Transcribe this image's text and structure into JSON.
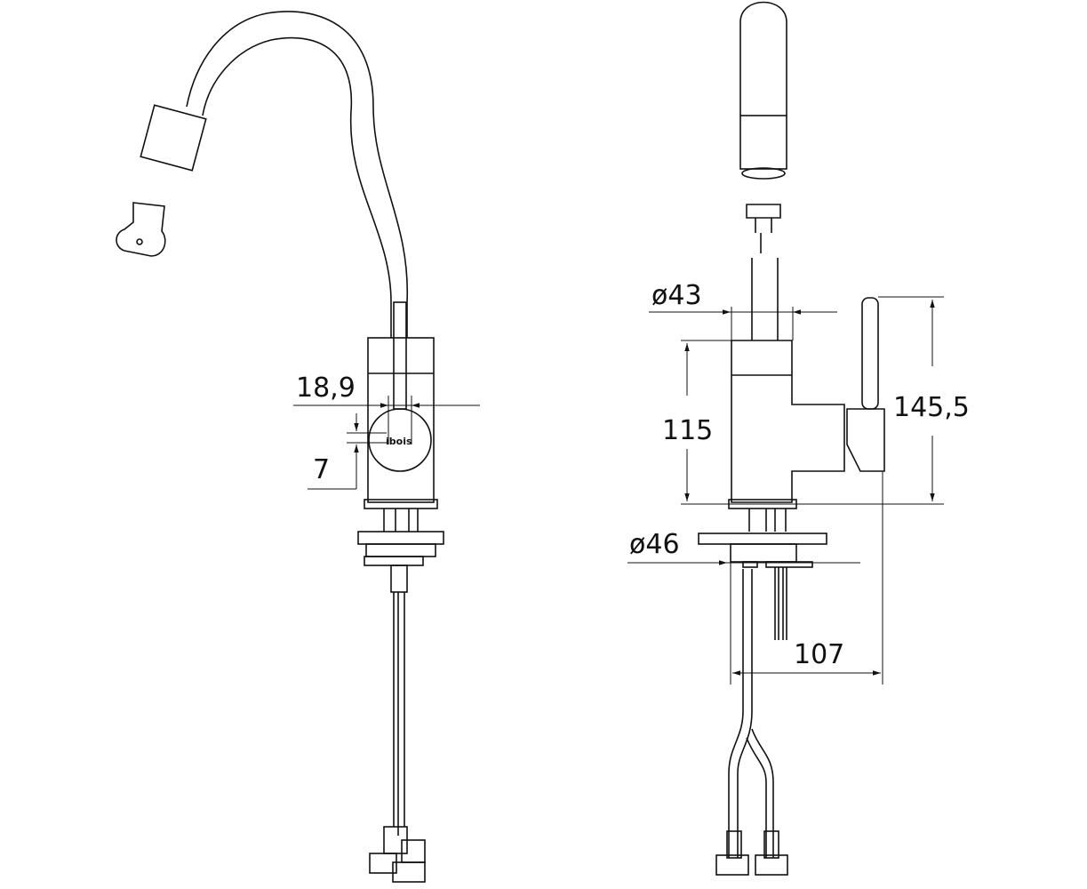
{
  "drawing": {
    "logo_text": "ibois",
    "dimensions": {
      "lever_width": "18,9",
      "logo_offset": "7",
      "spout_diameter": "ø43",
      "body_height": "115",
      "overall_lever_height": "145,5",
      "base_diameter": "ø46",
      "projection": "107"
    },
    "line_color": "#111111",
    "background": "#ffffff"
  }
}
